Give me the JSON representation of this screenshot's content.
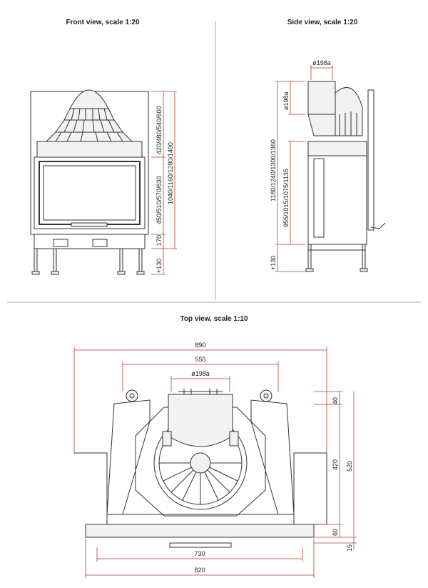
{
  "titles": {
    "front": "Front view, scale 1:20",
    "side": "Side view, scale 1:20",
    "top": "Top view, scale 1:10"
  },
  "front_dims": {
    "upper": "420/480/540/600",
    "overall": "1040/1160/1280/1400",
    "middle": "450/510/570/630",
    "base": "170",
    "legs": "+130"
  },
  "side_dims": {
    "flue_top": "ø198a",
    "flue_side": "ø198a",
    "overall": "1180/1240/1300/1360",
    "body": "955/1015/1075/1135",
    "legs": "+130"
  },
  "top_dims": {
    "width_top": "890",
    "flue_span": "555",
    "flue": "ø198a",
    "d40": "40",
    "d420": "420",
    "d520": "520",
    "d60": "60",
    "d15": "15",
    "w730": "730",
    "w820": "820"
  },
  "colors": {
    "dimension_line": "#c0392b",
    "outline": "#333333"
  }
}
